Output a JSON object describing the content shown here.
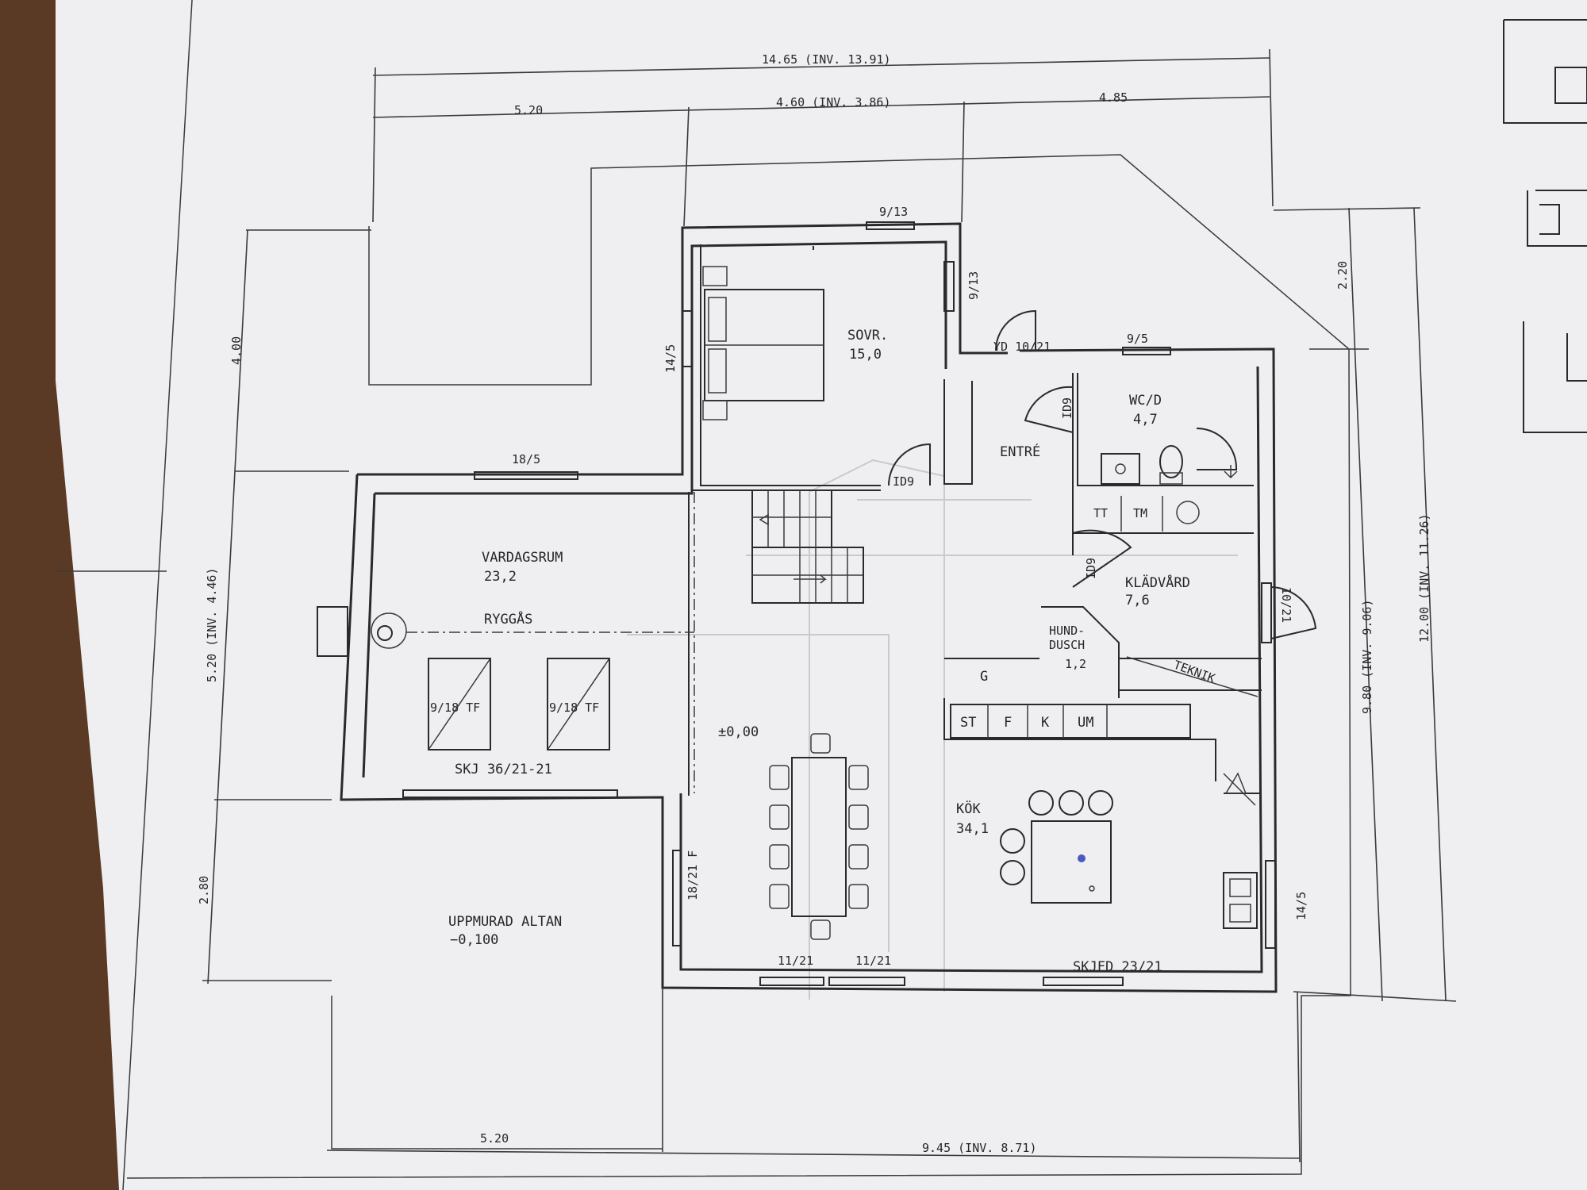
{
  "dimensions": {
    "top_total": "14.65 (INV. 13.91)",
    "top_left": "5.20",
    "top_mid": "4.60 (INV. 3.86)",
    "top_right": "4.85",
    "left_upper": "4.00",
    "left_mid": "5.20 (INV. 4.46)",
    "left_lower": "2.80",
    "right_upper": "2.20",
    "right_mid": "9.80 (INV. 9.06)",
    "right_outer": "12.00 (INV. 11.26)",
    "bottom_left": "5.20",
    "bottom_right": "9.45 (INV. 8.71)"
  },
  "rooms": {
    "sovr_name": "SOVR.",
    "sovr_area": "15,0",
    "wcd_name": "WC/D",
    "wcd_area": "4,7",
    "entre": "ENTRÉ",
    "vardagsrum_name": "VARDAGSRUM",
    "vardagsrum_area": "23,2",
    "kladvard_name": "KLÄDVÅRD",
    "kladvard_area": "7,6",
    "hund_1": "HUND-",
    "hund_2": "DUSCH",
    "hund_area": "1,2",
    "teknik": "TEKNIK",
    "kok_name": "KÖK",
    "kok_area": "34,1",
    "altan_name": "UPPMURAD ALTAN",
    "altan_level": "−0,100",
    "floor_level": "±0,00"
  },
  "openings": {
    "w_9_13_top": "9/13",
    "w_9_13_side": "9/13",
    "w_14_5_left": "14/5",
    "yd": "YD 10/21",
    "w_9_5": "9/5",
    "w_18_5": "18/5",
    "id9_sovr": "ID9",
    "id9_wc": "ID9",
    "id9_klad": "ID9",
    "d_10_21": "10/21",
    "ryggas": "RYGGÅS",
    "tf1": "9/18 TF",
    "tf2": "9/18 TF",
    "skj": "SKJ 36/21-21",
    "w_18_21f": "18/21 F",
    "w_11_21_a": "11/21",
    "w_11_21_b": "11/21",
    "skjfd": "SKJFD 23/21",
    "w_14_5_right": "14/5"
  },
  "fixtures": {
    "tt": "TT",
    "tm": "TM",
    "g": "G",
    "st": "ST",
    "f": "F",
    "k": "K",
    "um": "UM"
  }
}
